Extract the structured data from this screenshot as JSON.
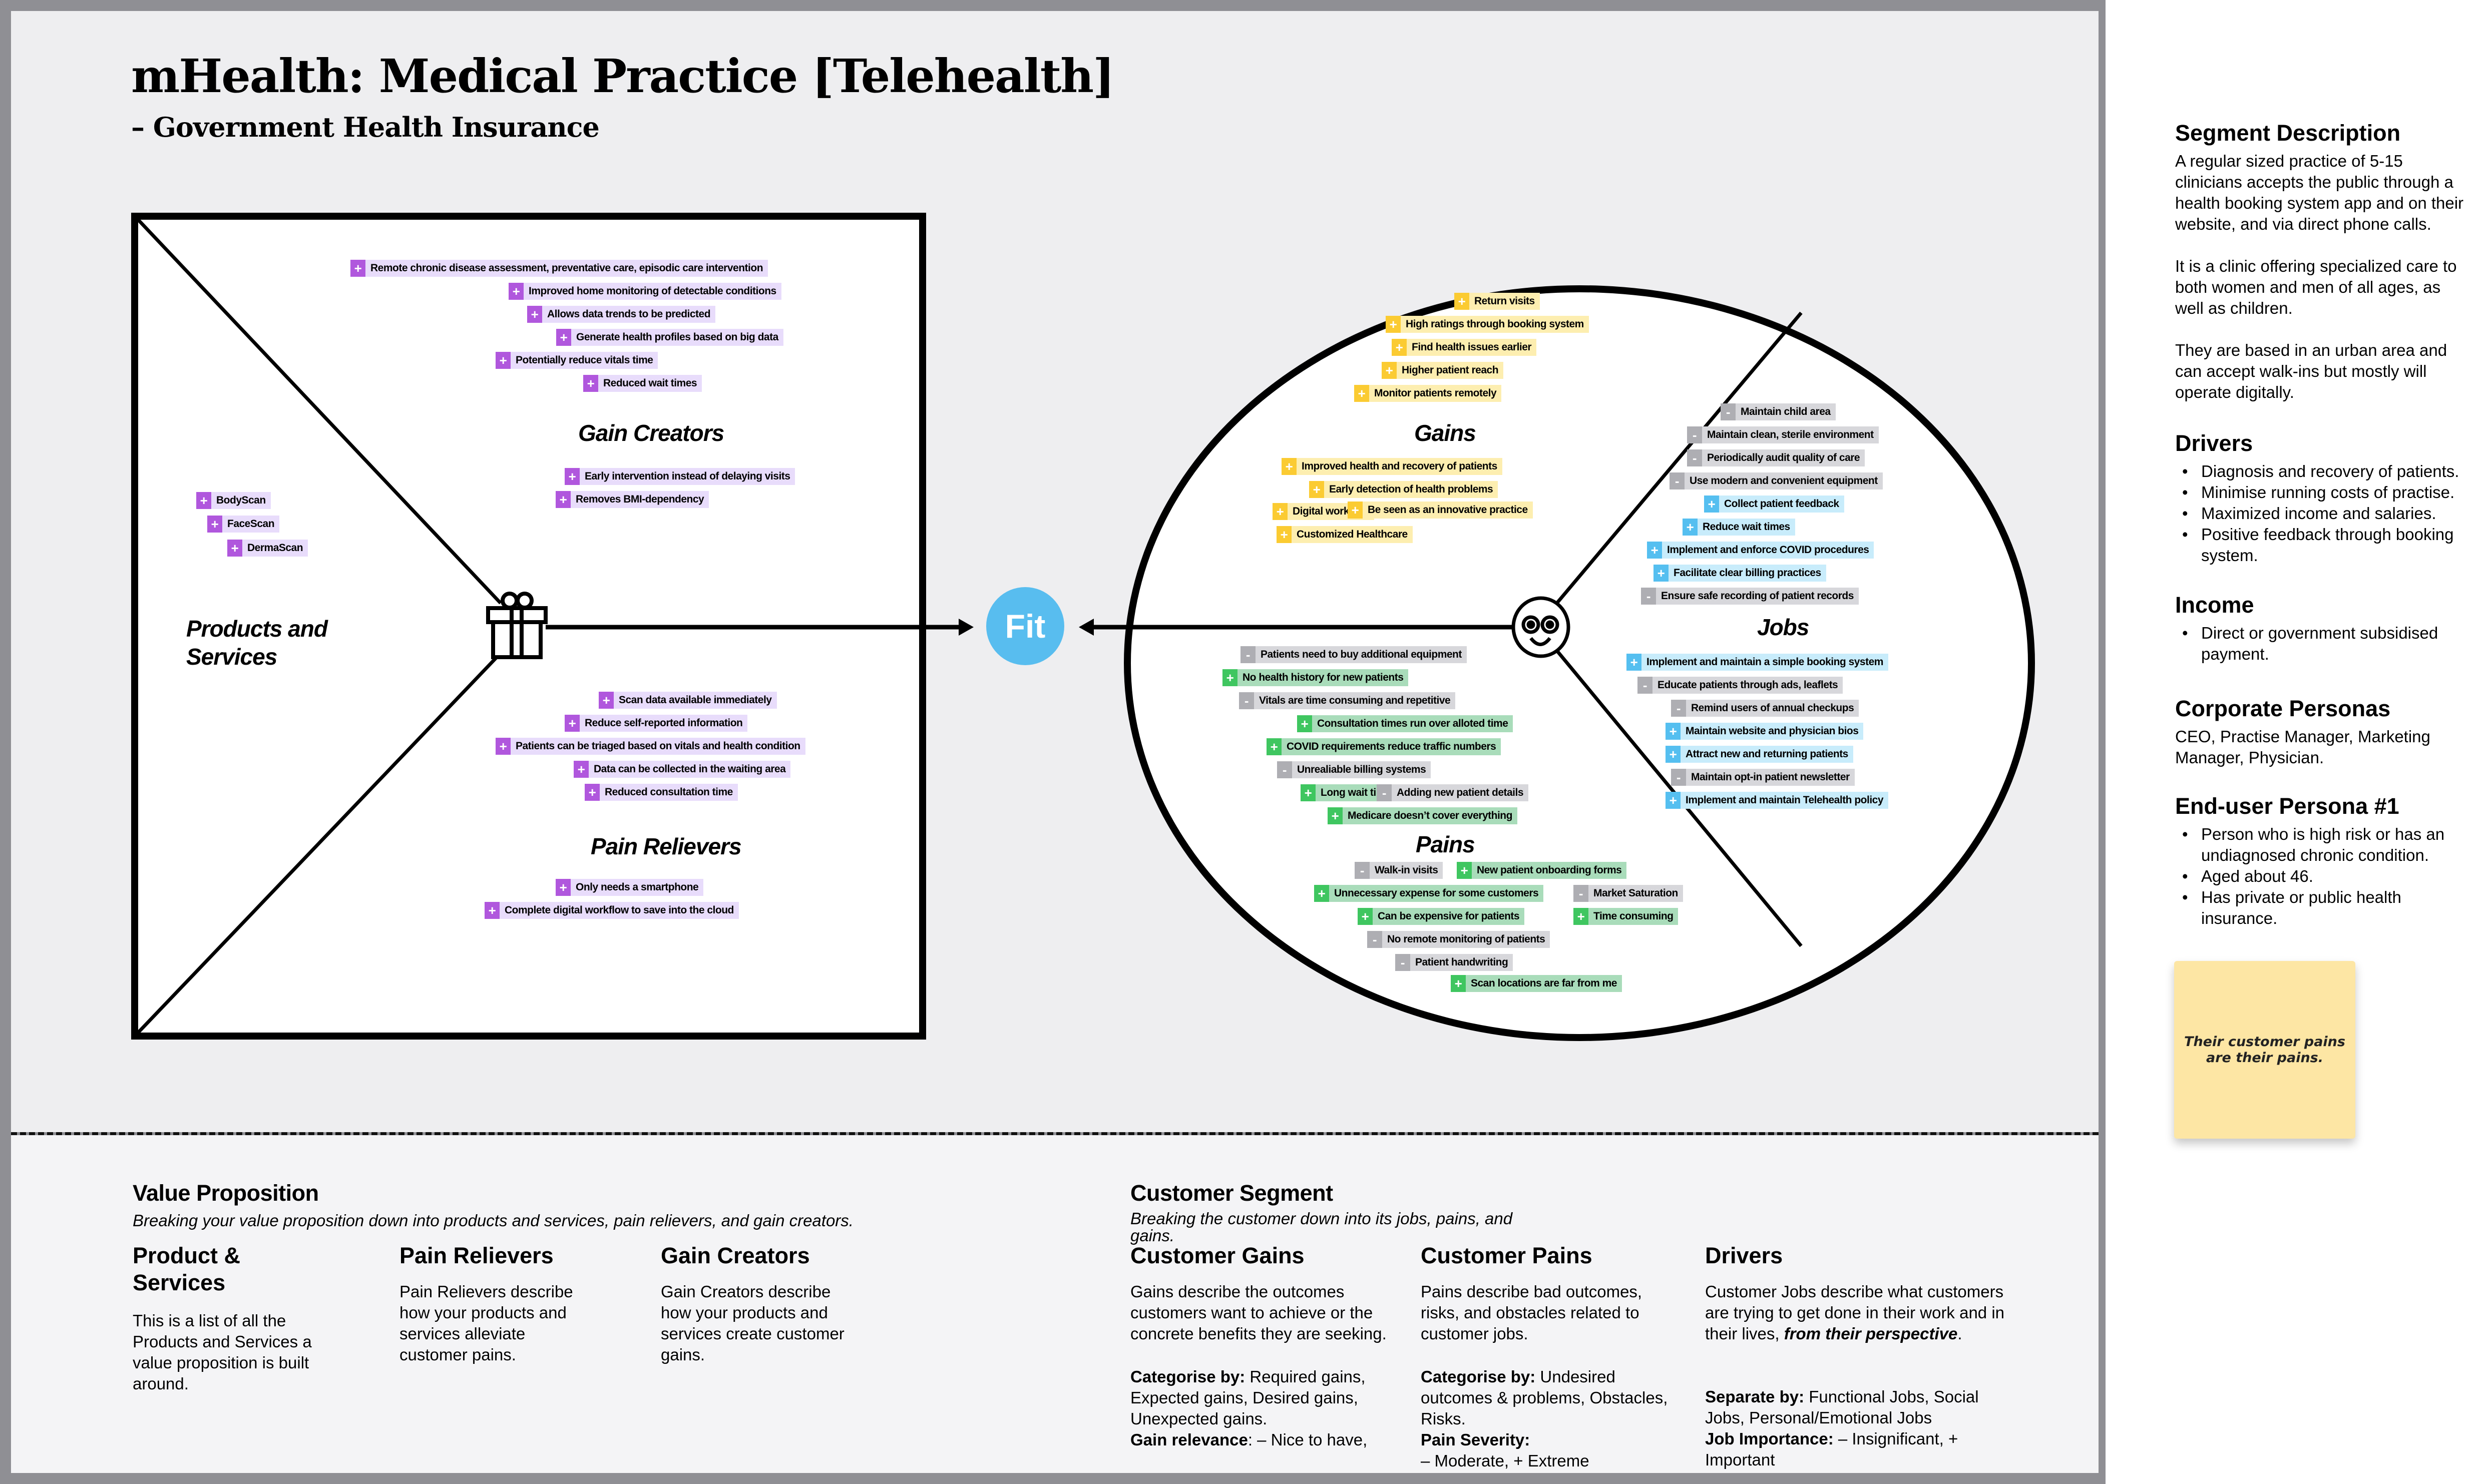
{
  "header": {
    "title": "mHealth: Medical Practice [Telehealth]",
    "subtitle": "– Government Health Insurance"
  },
  "colors": {
    "gain_creator": "#b057dd",
    "gains": "#fbcb32",
    "jobs_important": "#55bff0",
    "pains_extreme": "#3fc660",
    "minus_neutral": "#aeaeb3",
    "fit": "#58bdef",
    "sticky_note": "#fde6a4"
  },
  "value_proposition": {
    "labels": {
      "products": "Products and Services",
      "gain_creators": "Gain Creators",
      "pain_relievers": "Pain Relievers"
    },
    "products": [
      {
        "sign": "+",
        "text": "BodyScan"
      },
      {
        "sign": "+",
        "text": "FaceScan"
      },
      {
        "sign": "+",
        "text": "DermaScan"
      }
    ],
    "gain_creators": [
      {
        "sign": "+",
        "text": "Remote chronic disease assessment, preventative care, episodic care intervention"
      },
      {
        "sign": "+",
        "text": "Improved home monitoring of detectable conditions"
      },
      {
        "sign": "+",
        "text": "Allows data trends to be predicted"
      },
      {
        "sign": "+",
        "text": "Generate health profiles based on big data"
      },
      {
        "sign": "+",
        "text": "Potentially reduce vitals time"
      },
      {
        "sign": "+",
        "text": "Reduced wait times"
      },
      {
        "sign": "+",
        "text": "Early intervention instead of delaying visits"
      },
      {
        "sign": "+",
        "text": "Removes BMI-dependency"
      }
    ],
    "pain_relievers": [
      {
        "sign": "+",
        "text": "Scan data available immediately"
      },
      {
        "sign": "+",
        "text": "Reduce self-reported information"
      },
      {
        "sign": "+",
        "text": "Patients can be triaged based on vitals and health condition"
      },
      {
        "sign": "+",
        "text": "Data can be collected in the waiting area"
      },
      {
        "sign": "+",
        "text": "Reduced consultation time"
      },
      {
        "sign": "+",
        "text": "Only needs a smartphone"
      },
      {
        "sign": "+",
        "text": "Complete digital workflow to save into the cloud"
      }
    ]
  },
  "fit_label": "Fit",
  "customer_segment": {
    "labels": {
      "gains": "Gains",
      "jobs": "Jobs",
      "pains": "Pains"
    },
    "gains": [
      {
        "sign": "+",
        "text": "Return visits"
      },
      {
        "sign": "+",
        "text": "High ratings through booking system"
      },
      {
        "sign": "+",
        "text": "Find health issues earlier"
      },
      {
        "sign": "+",
        "text": "Higher patient reach"
      },
      {
        "sign": "+",
        "text": "Monitor patients remotely"
      },
      {
        "sign": "+",
        "text": "Improved health and recovery of patients"
      },
      {
        "sign": "+",
        "text": "Early detection of health problems"
      },
      {
        "sign": "+",
        "text": "Digital workflow"
      },
      {
        "sign": "+",
        "text": "Be seen as an innovative practice"
      },
      {
        "sign": "+",
        "text": "Customized Healthcare"
      }
    ],
    "jobs": [
      {
        "sign": "-",
        "text": "Maintain child area"
      },
      {
        "sign": "-",
        "text": "Maintain clean, sterile environment"
      },
      {
        "sign": "-",
        "text": "Periodically audit quality of care"
      },
      {
        "sign": "-",
        "text": "Use modern and convenient equipment"
      },
      {
        "sign": "+",
        "text": "Collect patient feedback"
      },
      {
        "sign": "+",
        "text": "Reduce wait times"
      },
      {
        "sign": "+",
        "text": "Implement and enforce COVID procedures"
      },
      {
        "sign": "+",
        "text": "Facilitate clear billing practices"
      },
      {
        "sign": "-",
        "text": "Ensure safe recording of patient records"
      },
      {
        "sign": "+",
        "text": "Implement and maintain a simple booking system"
      },
      {
        "sign": "-",
        "text": "Educate patients through ads, leaflets"
      },
      {
        "sign": "-",
        "text": "Remind users of annual checkups"
      },
      {
        "sign": "+",
        "text": "Maintain website and physician bios"
      },
      {
        "sign": "+",
        "text": "Attract new and returning patients"
      },
      {
        "sign": "-",
        "text": "Maintain opt-in patient newsletter"
      },
      {
        "sign": "+",
        "text": "Implement and maintain Telehealth policy"
      }
    ],
    "pains": [
      {
        "sign": "-",
        "text": "Patients need to buy additional equipment"
      },
      {
        "sign": "+",
        "text": "No health history for new patients"
      },
      {
        "sign": "-",
        "text": "Vitals are time consuming and repetitive"
      },
      {
        "sign": "+",
        "text": "Consultation times run over alloted time"
      },
      {
        "sign": "+",
        "text": "COVID requirements reduce traffic numbers"
      },
      {
        "sign": "-",
        "text": "Unrealiable billing systems"
      },
      {
        "sign": "+",
        "text": "Long wait times"
      },
      {
        "sign": "-",
        "text": "Adding new patient details"
      },
      {
        "sign": "+",
        "text": "Medicare doesn’t cover everything"
      },
      {
        "sign": "-",
        "text": "Walk-in visits"
      },
      {
        "sign": "+",
        "text": "New patient onboarding forms"
      },
      {
        "sign": "+",
        "text": "Unnecessary expense for some customers"
      },
      {
        "sign": "-",
        "text": "Market Saturation"
      },
      {
        "sign": "+",
        "text": "Can be expensive for patients"
      },
      {
        "sign": "+",
        "text": "Time consuming"
      },
      {
        "sign": "-",
        "text": "No remote monitoring of patients"
      },
      {
        "sign": "-",
        "text": "Patient handwriting"
      },
      {
        "sign": "+",
        "text": "Scan locations are far from me"
      }
    ]
  },
  "sidebar": {
    "segment_description": {
      "heading": "Segment Description",
      "paragraphs": [
        "A regular sized practice of 5-15 clinicians accepts the public through a health booking system app and on their website, and via direct phone calls.",
        "It is a clinic offering specialized care to both women and men of all ages, as well as children.",
        "They are based in an urban area and can accept walk-ins but mostly will operate digitally."
      ]
    },
    "drivers": {
      "heading": "Drivers",
      "items": [
        "Diagnosis and recovery of patients.",
        "Minimise running costs of practise.",
        "Maximized income and salaries.",
        "Positive feedback through booking system."
      ]
    },
    "income": {
      "heading": "Income",
      "items": [
        "Direct or government subsidised payment."
      ]
    },
    "corporate_personas": {
      "heading": "Corporate Personas",
      "text": "CEO, Practise Manager, Marketing Manager, Physician."
    },
    "end_user_persona": {
      "heading": "End-user Persona #1",
      "items": [
        "Person who is high risk or has an undiagnosed chronic condition.",
        "Aged about 46.",
        "Has private or public health insurance."
      ]
    },
    "sticky_note": "Their customer pains are their pains."
  },
  "legend": {
    "value_proposition": {
      "heading": "Value Proposition",
      "intro": "Breaking your value proposition down into products and services, pain relievers, and gain creators.",
      "product_heading": "Product & Services",
      "product_text": "This is a list of all the Products and Services a value proposition is built around.",
      "pain_relievers_heading": "Pain Relievers",
      "pain_relievers_text": "Pain Relievers describe how your products and services alleviate customer pains.",
      "gain_creators_heading": "Gain Creators",
      "gain_creators_text": "Gain Creators describe how your products and services create customer gains."
    },
    "customer_segment": {
      "heading": "Customer Segment",
      "intro": "Breaking the customer down into its jobs, pains, and gains.",
      "gains_heading": "Customer Gains",
      "gains_text": "Gains describe the outcomes customers want to achieve or the concrete benefits they are seeking.",
      "gains_cat_label": "Categorise by:",
      "gains_cat_text": " Required gains, Expected gains, Desired gains, Unexpected gains.",
      "gains_rel_label": "Gain relevance",
      "gains_rel_text": ": – Nice to have,",
      "pains_heading": "Customer Pains",
      "pains_text": "Pains describe bad outcomes, risks, and obstacles related to customer jobs.",
      "pains_cat_label": "Categorise by:",
      "pains_cat_text": " Undesired outcomes & problems, Obstacles, Risks.",
      "pains_sev_label": "Pain Severity:",
      "pains_sev_text": "– Moderate, + Extreme",
      "drivers_heading": "Drivers",
      "drivers_text": "Customer Jobs describe what customers are trying to get done in their work and in their lives, ",
      "drivers_em": "from their perspective",
      "drivers_end": ".",
      "drivers_sep_label": "Separate by:",
      "drivers_sep_text": " Functional Jobs, Social Jobs, Personal/Emotional Jobs",
      "drivers_imp_label": "Job Importance:",
      "drivers_imp_text": " – Insignificant, + Important"
    }
  }
}
